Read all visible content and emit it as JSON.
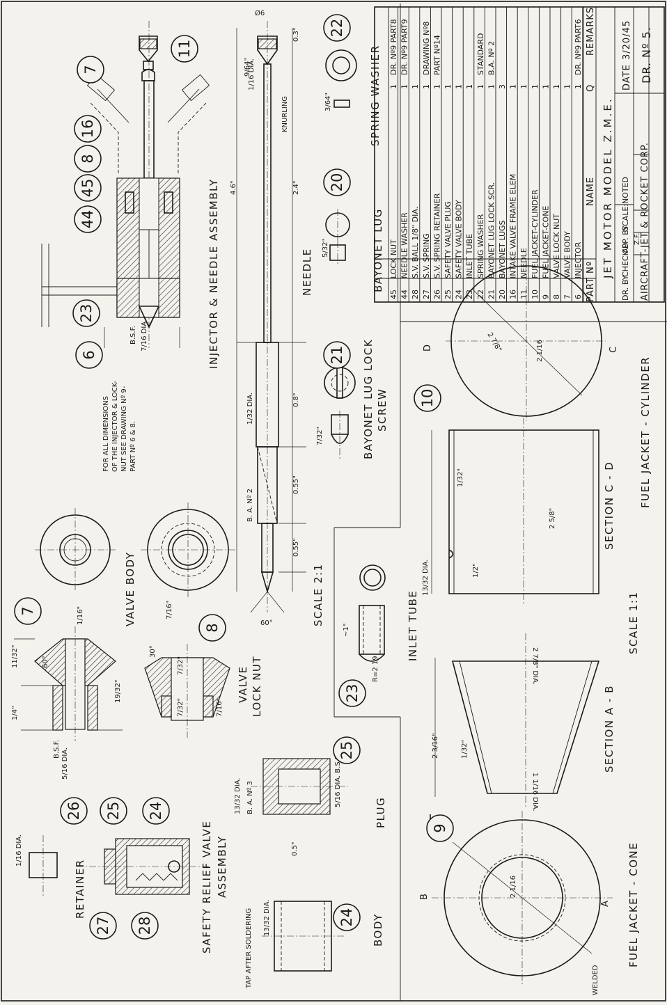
{
  "drawing": {
    "company": "AIRCRAFT-JET & ROCKET CORP.",
    "drawing_no": "DR. Nº 5.",
    "title": "JET   MOTOR   MODEL   Z.M.E.",
    "date_label": "DATE",
    "date": "3/20/45",
    "scale_label": "SCALE:NOTED",
    "drawn_by_label": "DR. BY",
    "checked_label": "CHECK'D",
    "approved_label": "APP. BY",
    "approved_initials": "Z.F."
  },
  "parts_table": {
    "headers": {
      "part_no": "PART Nº",
      "name": "NAME",
      "qty": "Q",
      "remarks": "REMARKS"
    },
    "rows": [
      {
        "no": "45",
        "name": "LOCK  NUT",
        "qty": "1",
        "remarks": "DR. Nº9 PART8"
      },
      {
        "no": "44",
        "name": "NEEDLE  WASHER",
        "qty": "1",
        "remarks": "DR. Nº9 PART9"
      },
      {
        "no": "28",
        "name": "S.V.  BALL  1/8\" DIA.",
        "qty": "1",
        "remarks": ""
      },
      {
        "no": "27",
        "name": "S.V.  SPRING",
        "qty": "1",
        "remarks": "DRAWING Nº8"
      },
      {
        "no": "26",
        "name": "S.V.  SPRING  RETAINER",
        "qty": "1",
        "remarks": "PART Nº14"
      },
      {
        "no": "25",
        "name": "SAFETY  VALVE  PLUG",
        "qty": "1",
        "remarks": ""
      },
      {
        "no": "24",
        "name": "SAFETY  VALVE  BODY",
        "qty": "1",
        "remarks": ""
      },
      {
        "no": "23",
        "name": "INLET  TUBE",
        "qty": "1",
        "remarks": ""
      },
      {
        "no": "22",
        "name": "SPRING  WASHER",
        "qty": "1",
        "remarks": "STANDARD"
      },
      {
        "no": "21",
        "name": "BAYONET LUG LOCK SCR.",
        "qty": "1",
        "remarks": "B.A. Nº 2"
      },
      {
        "no": "20",
        "name": "BAYONET  LUGS",
        "qty": "3",
        "remarks": ""
      },
      {
        "no": "16",
        "name": "INTAKE VALVE FRAME ELEM",
        "qty": "1",
        "remarks": ""
      },
      {
        "no": "11",
        "name": "NEEDLE",
        "qty": "1",
        "remarks": ""
      },
      {
        "no": "10",
        "name": "FUEL  JACKET-CYLINDER",
        "qty": "1",
        "remarks": ""
      },
      {
        "no": "9",
        "name": "FUEL  JACKET-CONE",
        "qty": "1",
        "remarks": ""
      },
      {
        "no": "8",
        "name": "VALVE  LOCK  NUT",
        "qty": "1",
        "remarks": ""
      },
      {
        "no": "7",
        "name": "VALVE  BODY",
        "qty": "1",
        "remarks": ""
      },
      {
        "no": "6",
        "name": "INJECTOR",
        "qty": "1",
        "remarks": "DR. Nº9 PART6"
      }
    ]
  },
  "views": {
    "injector_assembly": "INJECTOR & NEEDLE ASSEMBLY",
    "injector_note": [
      "FOR ALL DIMENSIONS",
      "OF THE INJECTOR & LOCK-",
      "NUT SEE DRAWING Nº 9-",
      "PART Nº 6 & 8."
    ],
    "needle": "NEEDLE",
    "bayonet_lug": "BAYONET LUG",
    "bayonet_lock_screw": [
      "BAYONET LUG LOCK",
      "SCREW"
    ],
    "spring_washer": "SPRING  WASHER",
    "scale_2_1": "SCALE  2:1",
    "scale_1_1": "SCALE  1:1",
    "valve_body": "VALVE  BODY",
    "valve_lock_nut": [
      "VALVE",
      "LOCK NUT"
    ],
    "inlet_tube": "INLET TUBE",
    "retainer": "RETAINER",
    "safety_valve": [
      "SAFETY  RELIEF  VALVE",
      "ASSEMBLY"
    ],
    "plug": "PLUG",
    "body": "BODY",
    "section_ab": "SECTION  A - B",
    "section_cd": "SECTION  C - D",
    "fuel_cone": "FUEL  JACKET - CONE",
    "fuel_cylinder": "FUEL  JACKET - CYLINDER",
    "tap_note": "TAP AFTER SOLDERING",
    "welded": "WELDED",
    "knurling": "KNURLING"
  },
  "callouts": [
    "6",
    "7",
    "8",
    "9",
    "10",
    "11",
    "16",
    "20",
    "21",
    "22",
    "23",
    "24",
    "25",
    "26",
    "27",
    "28",
    "44",
    "45"
  ],
  "dimensions": {
    "d_06": "Ø6",
    "d_964": "9/64\"",
    "d_03": "0.3\"",
    "d_116dia": "1/16 DIA.",
    "d_46": "4.6\"",
    "d_24": "2.4\"",
    "d_08": "0.8\"",
    "d_055a": "0.55\"",
    "d_055b": "0.55\"",
    "d_132dia": "1/32 DIA.",
    "d_ba2": "B. A. Nº 2",
    "d_60": "60°",
    "d_364": "3/64\"",
    "d_532": "5/32\"",
    "d_732": "7/32\"",
    "d_716dia": "7/16 DIA.",
    "d_bsf": "B.S.F.",
    "d_1116": "11/32\"",
    "d_60b": "60°",
    "d_1932": "19/32\"",
    "d_14": "1/4\"",
    "d_516dia": "5/16 DIA.",
    "d_bsf2": "B.S.F.",
    "d_30": "30°",
    "d_716": "7/16\"",
    "d_716b": "7/16\"",
    "d_732a": "7/32\"",
    "d_732b": "7/32\"",
    "d_116": "1/16\"",
    "d_1": "~1\"",
    "d_r2": "R=2 19",
    "d_1332dia": "13/32 DIA.",
    "d_12": "1/2\"",
    "d_2316": "2 3/16\"",
    "d_278dia": "2 7/8\" DIA.",
    "d_1516dia": "1 1/16 DIA.",
    "d_132": "1/32\"",
    "d_258": "2 5/8\"",
    "d_278b": "2 7/8\"",
    "d_2116": "2 1/16",
    "d_plug_13": "13/32 DIA.",
    "d_ba3": "B. A. Nº 3",
    "d_516bsf": "5/16 DIA. B.S.F.",
    "d_116b": "1/16 DIA.",
    "d_05": "0.5\""
  },
  "section_markers": [
    "A",
    "B",
    "C",
    "D"
  ]
}
